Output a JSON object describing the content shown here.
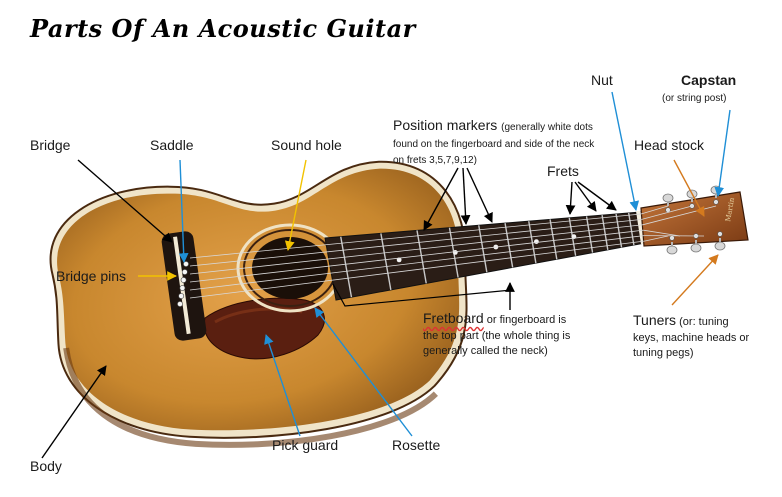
{
  "title": "Parts Of An Acoustic Guitar",
  "labels": {
    "bridge": "Bridge",
    "saddle": "Saddle",
    "sound_hole": "Sound hole",
    "position_markers": "Position markers",
    "position_markers_note": "(generally white dots found on the fingerboard and side of the neck on frets 3,5,7,9,12)",
    "nut": "Nut",
    "capstan": "Capstan",
    "capstan_note": "(or string post)",
    "head_stock": "Head stock",
    "frets": "Frets",
    "bridge_pins": "Bridge pins",
    "fretboard": "Fretboard",
    "fretboard_note": "or fingerboard is the top part (the whole thing is generally called the neck)",
    "tuners": "Tuners",
    "tuners_note": "(or: tuning keys, machine heads or tuning pegs)",
    "pick_guard": "Pick guard",
    "rosette": "Rosette",
    "body": "Body"
  },
  "colors": {
    "body_wood": "#c8872e",
    "fretboard": "#2a1d16",
    "binding": "#efe2c4",
    "pick_guard": "#5a1f10",
    "arrow_black": "#000000",
    "arrow_blue": "#1f8fd6",
    "arrow_yellow": "#f2c200",
    "arrow_orange": "#d47a1e"
  }
}
